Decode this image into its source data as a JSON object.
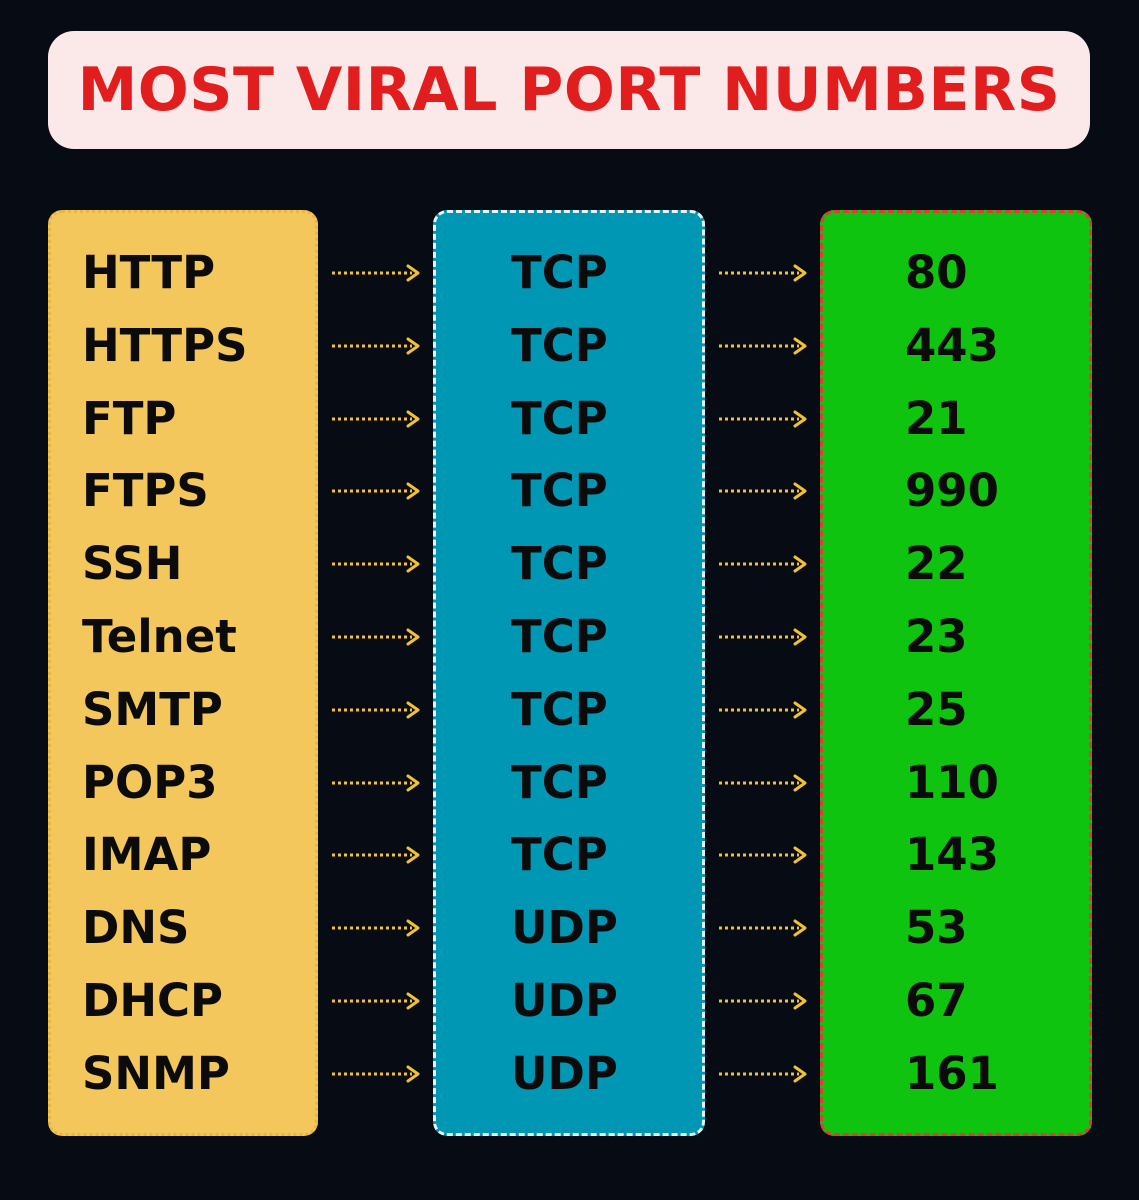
{
  "title": "MOST VIRAL PORT NUMBERS",
  "colors": {
    "background": "#070b14",
    "title_bg": "#fbe9e9",
    "title_text": "#e11d1d",
    "protocol_column": "#f3c75c",
    "transport_column": "#0097b4",
    "port_column": "#0ec40e",
    "arrow": "#f2c230"
  },
  "arrow_icon": "dotted-arrow-right-icon",
  "rows": [
    {
      "protocol": "HTTP",
      "transport": "TCP",
      "port": "80"
    },
    {
      "protocol": "HTTPS",
      "transport": "TCP",
      "port": "443"
    },
    {
      "protocol": "FTP",
      "transport": "TCP",
      "port": "21"
    },
    {
      "protocol": "FTPS",
      "transport": "TCP",
      "port": "990"
    },
    {
      "protocol": "SSH",
      "transport": "TCP",
      "port": "22"
    },
    {
      "protocol": "Telnet",
      "transport": "TCP",
      "port": "23"
    },
    {
      "protocol": "SMTP",
      "transport": "TCP",
      "port": "25"
    },
    {
      "protocol": "POP3",
      "transport": "TCP",
      "port": "110"
    },
    {
      "protocol": "IMAP",
      "transport": "TCP",
      "port": "143"
    },
    {
      "protocol": "DNS",
      "transport": "UDP",
      "port": "53"
    },
    {
      "protocol": "DHCP",
      "transport": "UDP",
      "port": "67"
    },
    {
      "protocol": "SNMP",
      "transport": "UDP",
      "port": "161"
    }
  ]
}
